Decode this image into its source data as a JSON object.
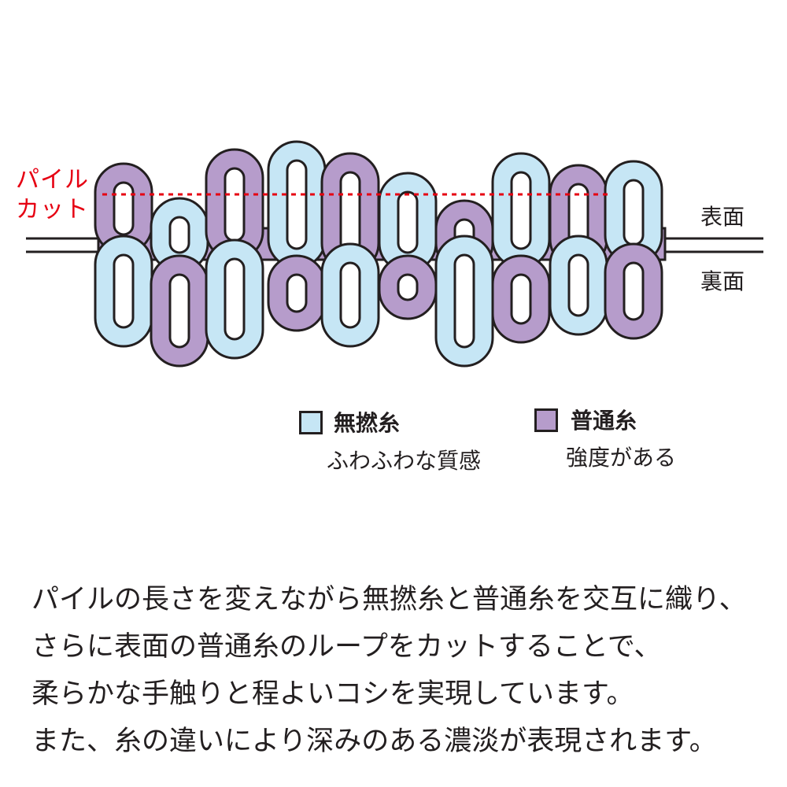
{
  "diagram": {
    "pile_cut_label_line1": "パイル",
    "pile_cut_label_line2": "カット",
    "face_label": "表面",
    "back_label": "裏面",
    "colors": {
      "untwisted": "#c6e6f5",
      "regular": "#b69ccb",
      "outline": "#231f20",
      "cut_line": "#e60012"
    }
  },
  "legend": {
    "untwisted": {
      "title": "無撚糸",
      "desc": "ふわふわな質感",
      "color": "#c6e6f5"
    },
    "regular": {
      "title": "普通糸",
      "desc": "強度がある",
      "color": "#b69ccb"
    }
  },
  "description": {
    "line1": "パイルの長さを変えながら無撚糸と普通糸を交互に織り、",
    "line2": "さらに表面の普通糸のループをカットすることで、",
    "line3": "柔らかな手触りと程よいコシを実現しています。",
    "line4": "また、糸の違いにより深みのある濃淡が表現されます。"
  }
}
